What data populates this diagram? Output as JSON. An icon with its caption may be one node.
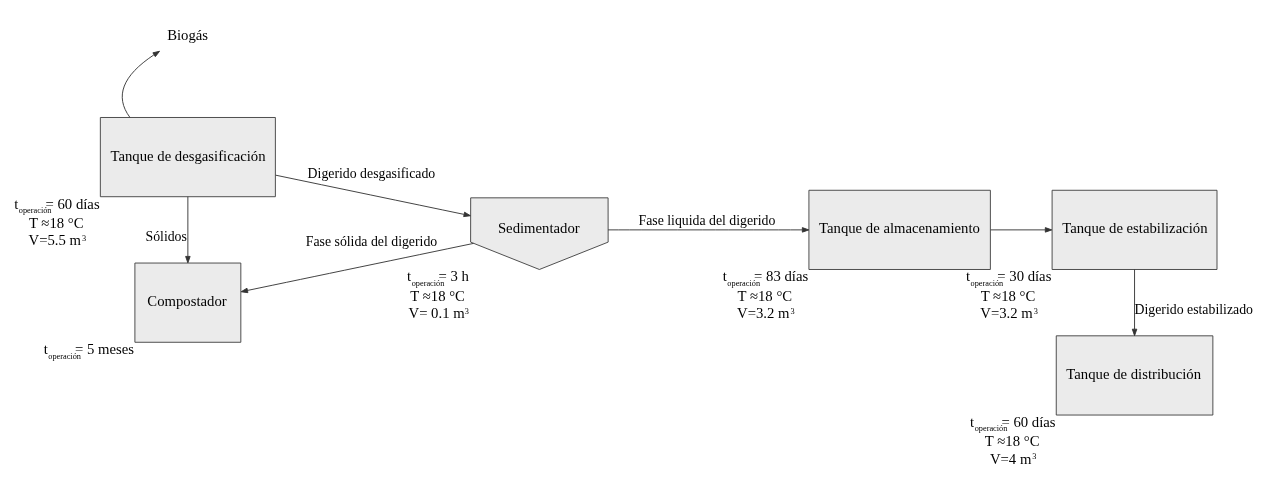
{
  "diagram": {
    "nodes": [
      {
        "text": [
          "Tanque de desgasificación"
        ],
        "beside": [
          "t$_{operación}$= 60 días",
          "T ≈18 °C",
          "V=5.5 m$^{3}$"
        ]
      },
      {
        "text": [
          "Biogás"
        ]
      },
      {
        "text": [
          "Sedimentador"
        ],
        "beside": [
          "t$_{operación}$= 3 h",
          "T ≈18 °C",
          "V= 0.1 m$^{3}$"
        ]
      },
      {
        "text": [
          "Tanque de almacenamiento"
        ],
        "beside": [
          "t$_{operación}$= 83 días",
          "T ≈18 °C",
          "V=3.2 m$^{3}$"
        ]
      },
      {
        "text": [
          "Tanque de estabilización"
        ],
        "beside": [
          "t$_{operación}$= 30 días",
          "T ≈18 °C",
          "V=3.2 m$^{3}$"
        ]
      },
      {
        "text": [
          "Compostador"
        ],
        "beside": [
          "t$_{operación}$= 5 meses"
        ]
      },
      {
        "text": [
          "Tanque de distribución"
        ],
        "beside": [
          "t$_{operación}$= 60 días",
          "T ≈18 °C",
          "V=4 m$^{3}$"
        ]
      }
    ],
    "edges": [
      {
        "from": 0,
        "to": 1,
        "arrow": "to"
      },
      {
        "from": 0,
        "to": 2,
        "arrow": "to",
        "label": "Digerido desgasificado"
      },
      {
        "from": 0,
        "to": 5,
        "arrow": "to",
        "label": "Sólidos"
      },
      {
        "from": 2,
        "to": 3,
        "arrow": "to",
        "label": "Fase liquida del digerido"
      },
      {
        "from": 2,
        "to": 5,
        "arrow": "to",
        "label": "Fase sólida del digerido"
      },
      {
        "from": 3,
        "to": 4,
        "arrow": "to"
      },
      {
        "from": 4,
        "to": 6,
        "arrow": "to",
        "label": "Digerido estabilizado"
      }
    ]
  }
}
